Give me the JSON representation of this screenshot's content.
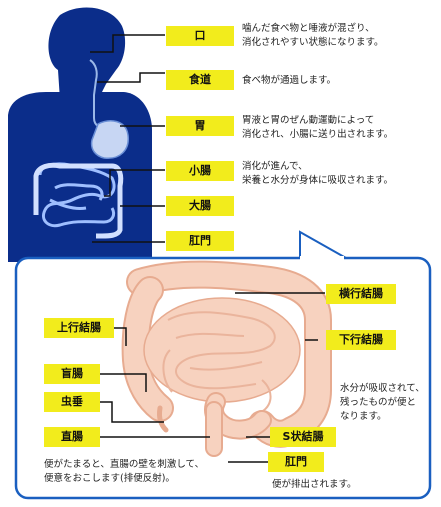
{
  "top_section": {
    "labels": {
      "mouth": "口",
      "esophagus": "食道",
      "stomach": "胃",
      "small_intestine": "小腸",
      "large_intestine": "大腸",
      "anus": "肛門"
    },
    "descriptions": {
      "mouth": [
        "噛んだ食べ物と唾液が混ざり、",
        "消化されやすい状態になります。"
      ],
      "esophagus": [
        "食べ物が通過します。"
      ],
      "stomach": [
        "胃液と胃のぜん動運動によって",
        "消化され、小腸に送り出されます。"
      ],
      "small_intestine": [
        "消化が進んで、",
        "栄養と水分が身体に吸収されます。"
      ]
    }
  },
  "detail_section": {
    "labels": {
      "transverse_colon": "横行結腸",
      "ascending_colon": "上行結腸",
      "descending_colon": "下行結腸",
      "cecum": "盲腸",
      "appendix": "虫垂",
      "rectum": "直腸",
      "sigmoid_colon": "S状結腸",
      "anus": "肛門"
    },
    "descriptions": {
      "descending_colon": [
        "水分が吸収されて、",
        "残ったものが便と",
        "なります。"
      ],
      "rectum": [
        "便がたまると、直腸の壁を刺激して、",
        "便意をおこします(排便反射)。"
      ],
      "anus": [
        "便が排出されます。"
      ]
    }
  },
  "colors": {
    "body_silhouette": "#0b2d8a",
    "label_fill": "#f2ec1c",
    "panel_border": "#1a5fc0",
    "intestine_fill": "#f7d2bf",
    "intestine_stroke": "#e7ab90"
  }
}
